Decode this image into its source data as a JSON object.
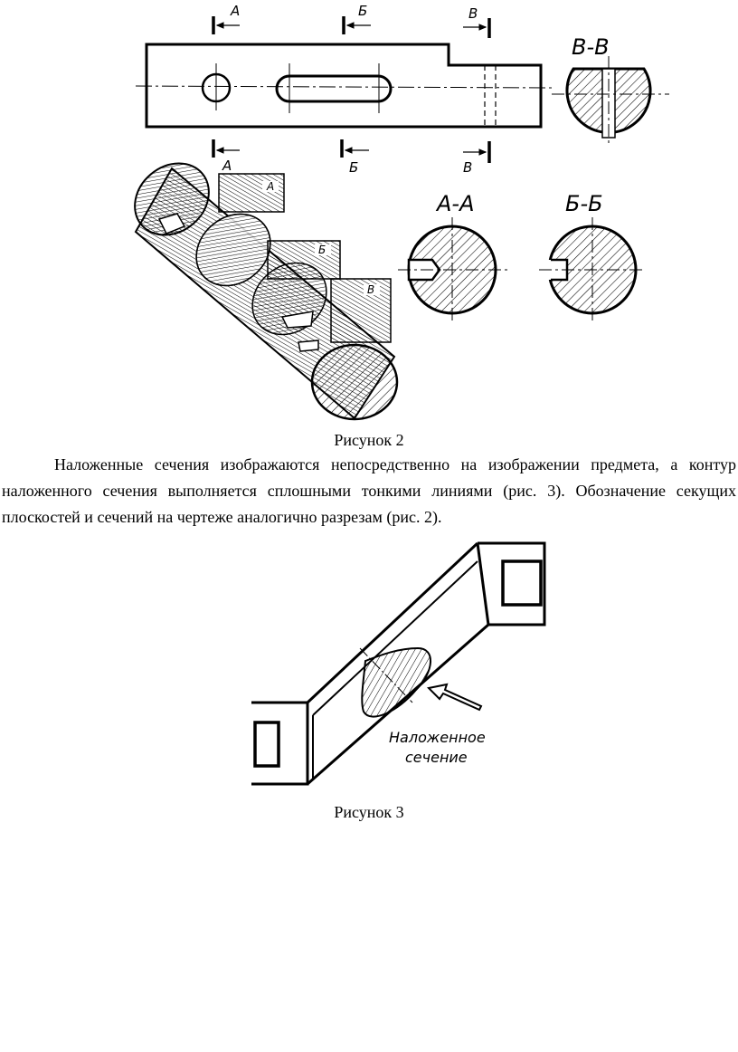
{
  "figure2": {
    "caption": "Рисунок 2",
    "cut_labels": [
      "А",
      "Б",
      "В"
    ],
    "section_titles": {
      "bb": "В-В",
      "aa": "А-А",
      "bb2": "Б-Б"
    },
    "plane_tags": [
      "А",
      "Б",
      "В"
    ]
  },
  "body_text": "Наложенные сечения изображаются непосредственно на изображении предмета, а контур наложенного сечения выполняется сплошными тонкими линиями (рис. 3). Обозначение секущих плоскостей и сечений на чертеже аналогично разрезам (рис. 2).",
  "figure3": {
    "annotation_line1": "Наложенное",
    "annotation_line2": "сечение",
    "caption": "Рисунок 3"
  }
}
